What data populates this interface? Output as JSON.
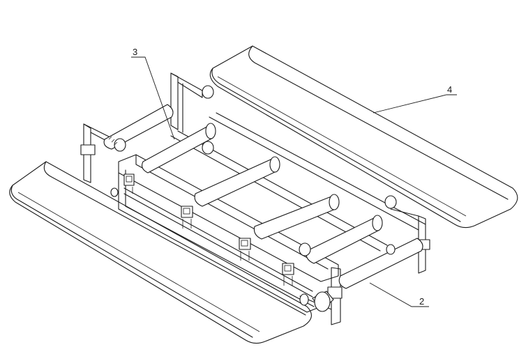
{
  "figure": {
    "labels": [
      {
        "id": "2",
        "text": "2"
      },
      {
        "id": "3",
        "text": "3"
      },
      {
        "id": "4",
        "text": "4"
      }
    ],
    "line_color": "#1a1a1a",
    "background": "#ffffff"
  }
}
